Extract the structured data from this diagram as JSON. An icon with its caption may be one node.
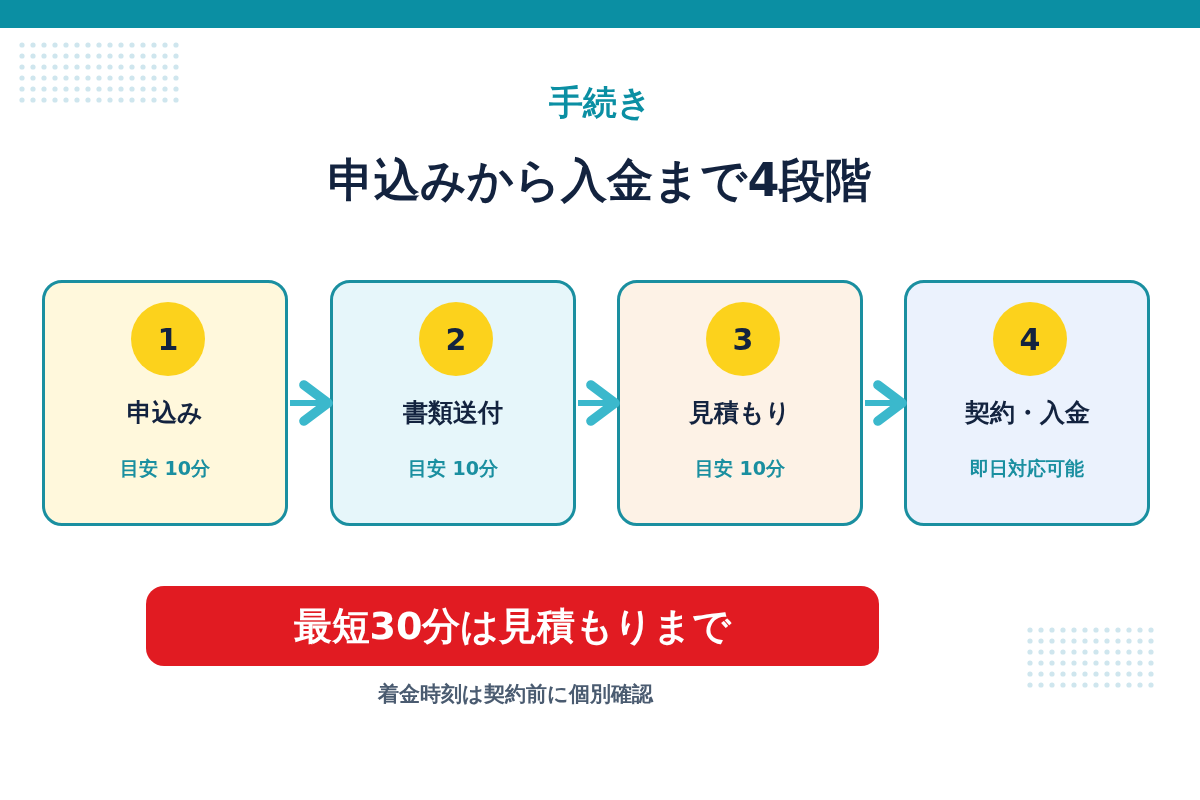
{
  "diagram": {
    "title": "手続き",
    "nodes": [
      {
        "text": [
          "1",
          "申込み",
          "目安 10分"
        ]
      },
      {
        "text": [
          "2",
          "書類送付",
          "目安 10分"
        ]
      },
      {
        "text": [
          "3",
          "見積もり",
          "目安 10分"
        ]
      },
      {
        "text": [
          "4",
          "契約・入金",
          "即日対応可能"
        ]
      },
      {
        "text": [
          "最短30分は見積もりまで"
        ]
      }
    ],
    "edges": [
      {
        "from": 0,
        "to": 1,
        "arrow": "to"
      },
      {
        "from": 1,
        "to": 2,
        "arrow": "to"
      },
      {
        "from": 2,
        "to": 3,
        "arrow": "to"
      }
    ],
    "labels": [
      "申込みから入金まで4段階",
      "着金時刻は契約前に個別確認"
    ]
  }
}
